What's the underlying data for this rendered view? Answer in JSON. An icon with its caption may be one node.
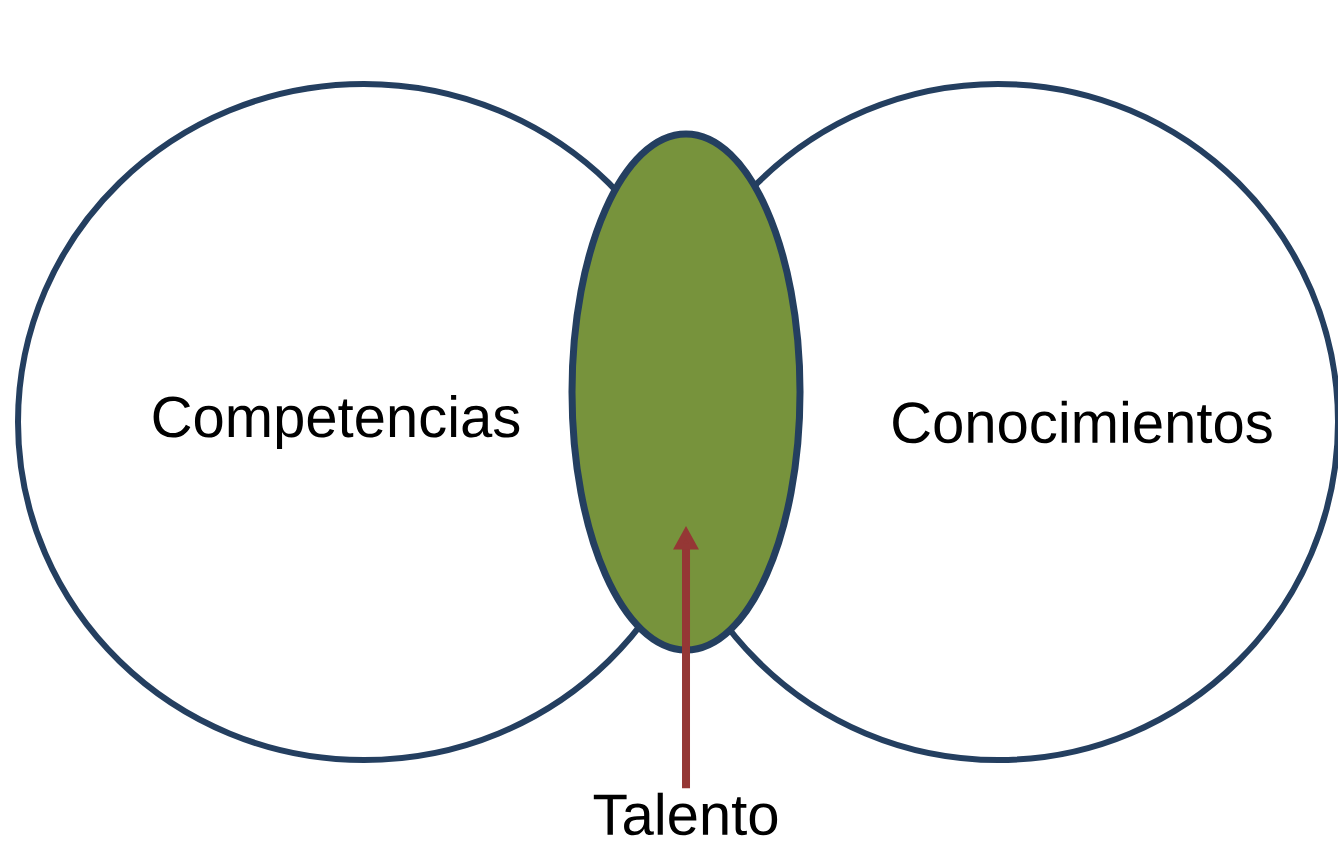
{
  "diagram": {
    "nodes": [
      {
        "text": [
          "Competencias"
        ]
      },
      {
        "text": [
          "Conocimientos"
        ]
      },
      {
        "text": [],
        "shape": "ellipse"
      },
      {
        "text": [
          "Talento"
        ]
      }
    ],
    "edges": [
      {
        "from": 3,
        "to": 2,
        "arrow": "to",
        "color": "#953735"
      }
    ]
  }
}
